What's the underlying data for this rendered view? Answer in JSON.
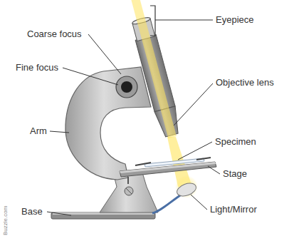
{
  "diagram": {
    "labels": [
      "Eyepiece",
      "Coarse focus",
      "Fine focus",
      "Objective lens",
      "Arm",
      "Specimen",
      "Stage",
      "Light/Mirror",
      "Base",
      "Buzzle.com"
    ]
  }
}
